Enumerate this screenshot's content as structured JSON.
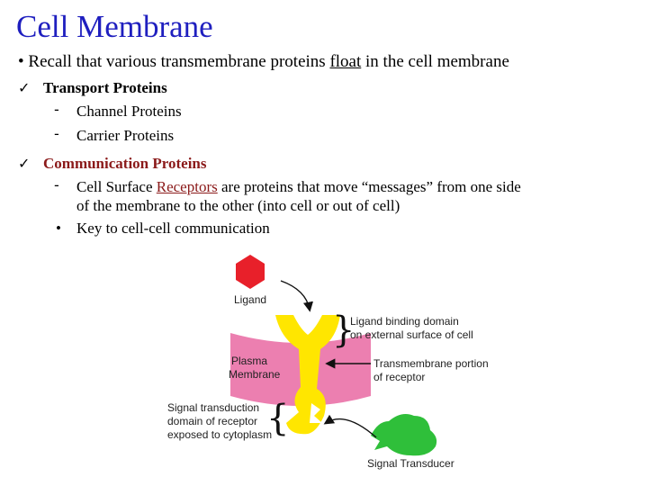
{
  "title": "Cell Membrane",
  "intro": {
    "bullet": "•",
    "before": "Recall that various transmembrane proteins ",
    "underlined": "float",
    "after": " in the cell membrane"
  },
  "sections": [
    {
      "check": "✓",
      "heading": "Transport Proteins",
      "items": [
        "Channel Proteins",
        "Carrier Proteins"
      ]
    },
    {
      "check": "✓",
      "heading": "Communication Proteins",
      "item_before": "Cell Surface ",
      "item_underlined": "Receptors",
      "item_after": " are proteins that move “messages” from one side",
      "item_line2": "of the membrane to the other (into cell or out of cell)",
      "sub_bullet": "•",
      "sub_item": "Key to cell-cell communication"
    }
  ],
  "dash": "-",
  "diagram": {
    "ligand": "Ligand",
    "binding_line1": "Ligand binding domain",
    "binding_line2": "on external surface of cell",
    "plasma_line1": "Plasma",
    "plasma_line2": "Membrane",
    "tm_line1": "Transmembrane portion",
    "tm_line2": "of receptor",
    "sig_line1": "Signal transduction",
    "sig_line2": "domain of receptor",
    "sig_line3": "exposed to cytoplasm",
    "transducer": "Signal Transducer"
  },
  "colors": {
    "title": "#1f1fbf",
    "heading2": "#8b1a1a",
    "ligand": "#e8202a",
    "receptor": "#ffe600",
    "membrane": "#ec7fb0",
    "transducer": "#2fbf3a"
  }
}
